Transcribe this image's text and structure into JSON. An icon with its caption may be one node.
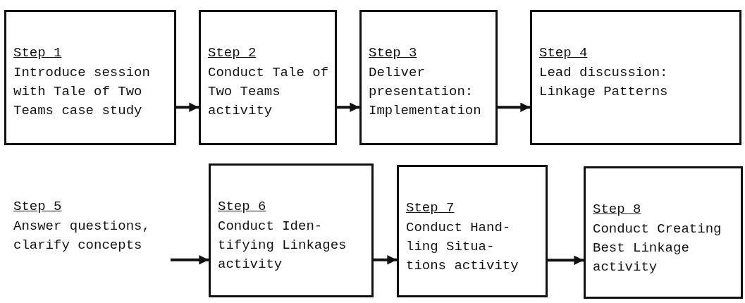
{
  "diagram": {
    "nodes": [
      {
        "text": [
          "Step 1",
          "Introduce session with Tale of Two Teams case study"
        ]
      },
      {
        "text": [
          "Step 2",
          "Conduct Tale of Two Teams activity"
        ]
      },
      {
        "text": [
          "Step 3",
          "Deliver presentation: Implementation"
        ]
      },
      {
        "text": [
          "Step 4",
          "Lead discussion: Linkage Patterns"
        ]
      },
      {
        "text": [
          "Step 5",
          "Answer questions, clarify concepts"
        ]
      },
      {
        "text": [
          "Step 6",
          "Conduct Iden- tifying Linkages activity"
        ]
      },
      {
        "text": [
          "Step 7",
          "Conduct Hand- ling Situa- tions activity"
        ]
      },
      {
        "text": [
          "Step 8",
          "Conduct Creating Best Linkage activity"
        ]
      }
    ],
    "edges": [
      {
        "from": 0,
        "to": 1,
        "arrow": "to"
      },
      {
        "from": 1,
        "to": 2,
        "arrow": "to"
      },
      {
        "from": 2,
        "to": 3,
        "arrow": "to"
      },
      {
        "from": 4,
        "to": 5,
        "arrow": "to"
      },
      {
        "from": 5,
        "to": 6,
        "arrow": "to"
      },
      {
        "from": 6,
        "to": 7,
        "arrow": "to"
      }
    ]
  }
}
